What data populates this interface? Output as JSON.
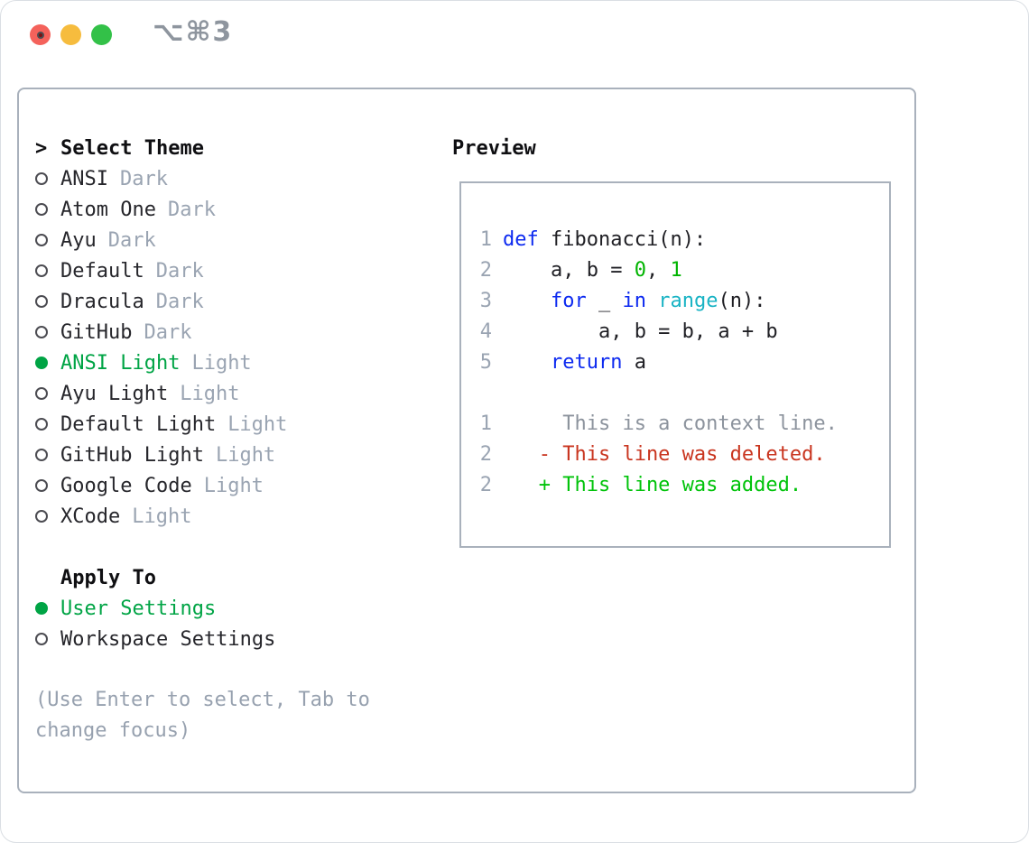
{
  "window": {
    "title": "⌥⌘3"
  },
  "theme_selector": {
    "prompt": ">",
    "title": "Select Theme",
    "themes": [
      {
        "name": "ANSI",
        "tag": "Dark",
        "selected": false
      },
      {
        "name": "Atom One",
        "tag": "Dark",
        "selected": false
      },
      {
        "name": "Ayu",
        "tag": "Dark",
        "selected": false
      },
      {
        "name": "Default",
        "tag": "Dark",
        "selected": false
      },
      {
        "name": "Dracula",
        "tag": "Dark",
        "selected": false
      },
      {
        "name": "GitHub",
        "tag": "Dark",
        "selected": false
      },
      {
        "name": "ANSI Light",
        "tag": "Light",
        "selected": true
      },
      {
        "name": "Ayu Light",
        "tag": "Light",
        "selected": false
      },
      {
        "name": "Default Light",
        "tag": "Light",
        "selected": false
      },
      {
        "name": "GitHub Light",
        "tag": "Light",
        "selected": false
      },
      {
        "name": "Google Code",
        "tag": "Light",
        "selected": false
      },
      {
        "name": "XCode",
        "tag": "Light",
        "selected": false
      }
    ],
    "apply_to": {
      "title": "Apply To",
      "options": [
        {
          "label": "User Settings",
          "selected": true
        },
        {
          "label": "Workspace Settings",
          "selected": false
        }
      ]
    },
    "hint": "(Use Enter to select, Tab to change focus)"
  },
  "preview": {
    "title": "Preview",
    "code_lines": [
      {
        "num": "1",
        "tokens": [
          {
            "t": "def",
            "c": "kw"
          },
          {
            "t": " fibonacci(n):",
            "c": "pl"
          }
        ]
      },
      {
        "num": "2",
        "tokens": [
          {
            "t": "    a, b = ",
            "c": "pl"
          },
          {
            "t": "0",
            "c": "num"
          },
          {
            "t": ", ",
            "c": "pl"
          },
          {
            "t": "1",
            "c": "num"
          }
        ]
      },
      {
        "num": "3",
        "tokens": [
          {
            "t": "    ",
            "c": "pl"
          },
          {
            "t": "for",
            "c": "kw"
          },
          {
            "t": " _ ",
            "c": "pl"
          },
          {
            "t": "in",
            "c": "kw"
          },
          {
            "t": " ",
            "c": "pl"
          },
          {
            "t": "range",
            "c": "fn"
          },
          {
            "t": "(n):",
            "c": "pl"
          }
        ]
      },
      {
        "num": "4",
        "tokens": [
          {
            "t": "        a, b = b, a + b",
            "c": "pl"
          }
        ]
      },
      {
        "num": "5",
        "tokens": [
          {
            "t": "    ",
            "c": "pl"
          },
          {
            "t": "return",
            "c": "kw"
          },
          {
            "t": " a",
            "c": "pl"
          }
        ]
      }
    ],
    "diff_lines": [
      {
        "num": "1",
        "kind": "context",
        "text": "     This is a context line."
      },
      {
        "num": "2",
        "kind": "deleted",
        "text": "   - This line was deleted."
      },
      {
        "num": "2",
        "kind": "added",
        "text": "   + This line was added."
      }
    ]
  },
  "colors": {
    "kw": "#0d2af0",
    "fn": "#18b3c4",
    "num": "#00b400",
    "pl": "#1f1f24",
    "ctx": "#8c939d",
    "del": "#c9351f",
    "add": "#00c30a",
    "sel": "#00a445",
    "text": "#26262b",
    "hdr": "#0f0f12",
    "tag": "#9aa4b2",
    "ln": "#9aa4b2",
    "border": "#a9b1bc",
    "hint": "#97a1af",
    "title": "#8e959e",
    "ring": "#4c4c52",
    "tl_red": "#f4625b",
    "tl_red_dot": "#7a1010",
    "tl_yellow": "#f6bc3e",
    "tl_green": "#33c148"
  }
}
